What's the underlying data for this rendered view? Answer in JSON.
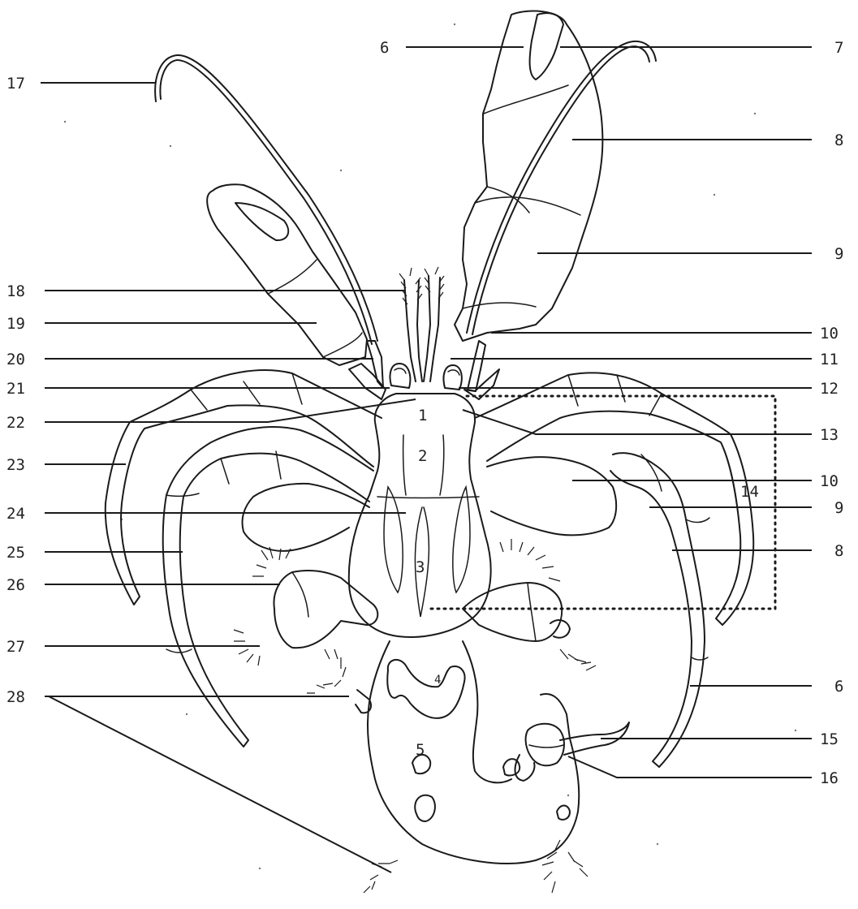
{
  "diagram": {
    "callouts_left": [
      "17",
      "18",
      "19",
      "20",
      "21",
      "22",
      "23",
      "24",
      "25",
      "26",
      "27",
      "28"
    ],
    "callouts_right": [
      "6",
      "7",
      "8",
      "9",
      "10",
      "11",
      "12",
      "13",
      "10",
      "14",
      "9",
      "8",
      "6",
      "15",
      "16"
    ],
    "body_numbers": [
      "1",
      "2",
      "3",
      "4",
      "5"
    ]
  }
}
